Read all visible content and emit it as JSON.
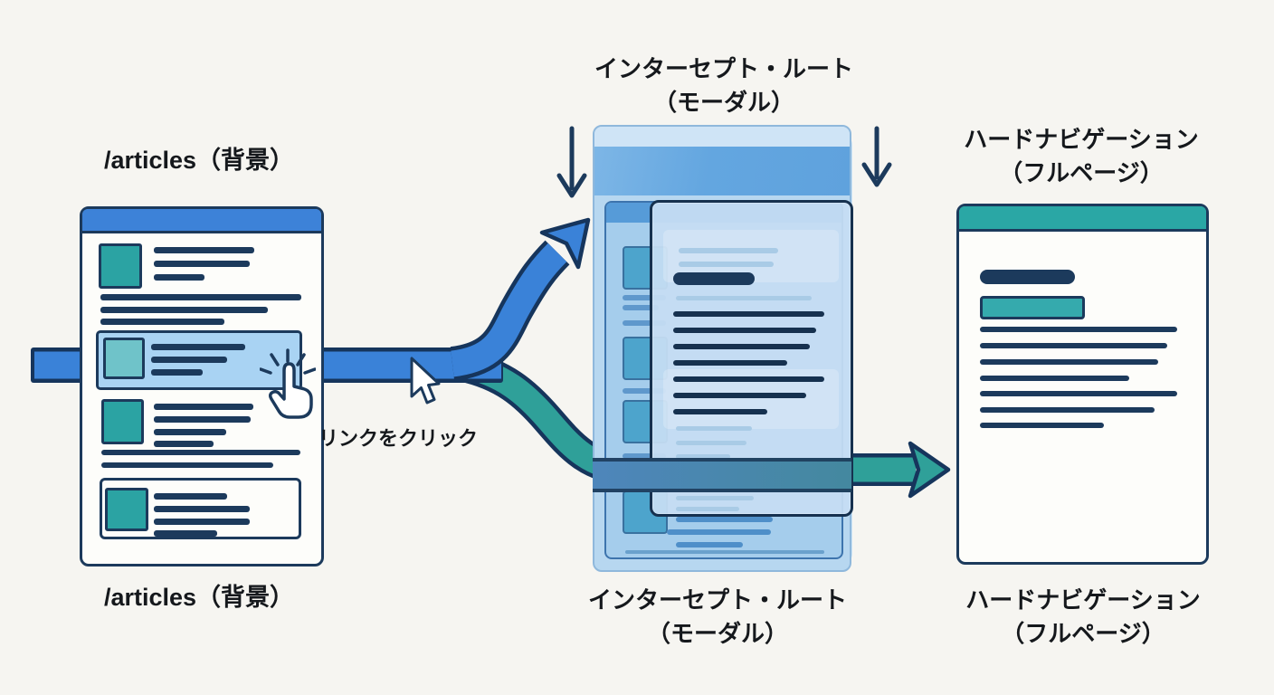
{
  "colors": {
    "navy": "#1c3a5c",
    "blue": "#3a82d8",
    "teal": "#2ba3a3",
    "teal_arrow": "#2fa099",
    "highlight": "#a9d3f3",
    "hdr_blue": "#3d82d8",
    "hdr_teal": "#2aa7a5",
    "background": "#f6f5f1"
  },
  "labels": {
    "left_top": "/articles（背景）",
    "left_bottom": "/articles（背景）",
    "middle_top_line1": "インターセプト・ルート",
    "middle_top_line2": "（モーダル）",
    "middle_bottom_line1": "インターセプト・ルート",
    "middle_bottom_line2": "（モーダル）",
    "right_top_line1": "ハードナビゲーション",
    "right_top_line2": "（フルページ）",
    "right_bottom_line1": "ハードナビゲーション",
    "right_bottom_line2": "（フルページ）",
    "click_label": "リンクをクリック"
  },
  "left_window": {
    "lines": [
      [
        79,
        42,
        111,
        7,
        "#1c3a5c"
      ],
      [
        79,
        57,
        106,
        7,
        "#1c3a5c"
      ],
      [
        79,
        72,
        56,
        7,
        "#1c3a5c"
      ],
      [
        20,
        94,
        222,
        7,
        "#1c3a5c"
      ],
      [
        20,
        108,
        185,
        7,
        "#1c3a5c"
      ],
      [
        20,
        121,
        137,
        7,
        "#1c3a5c"
      ],
      [
        79,
        215,
        110,
        7,
        "#1c3a5c"
      ],
      [
        79,
        229,
        107,
        7,
        "#1c3a5c"
      ],
      [
        79,
        243,
        80,
        7,
        "#1c3a5c"
      ],
      [
        79,
        256,
        66,
        7,
        "#1c3a5c"
      ],
      [
        21,
        266,
        220,
        6,
        "#1c3a5c"
      ],
      [
        21,
        280,
        190,
        6,
        "#1c3a5c"
      ]
    ],
    "hl_row_lines": [
      [
        58,
        12,
        104,
        7,
        "#1c3a5c"
      ],
      [
        58,
        26,
        84,
        7,
        "#1c3a5c"
      ],
      [
        58,
        40,
        57,
        7,
        "#1c3a5c"
      ]
    ],
    "box_lines": [
      [
        57,
        14,
        81,
        7,
        "#1c3a5c"
      ],
      [
        57,
        28,
        106,
        7,
        "#1c3a5c"
      ],
      [
        57,
        42,
        106,
        7,
        "#1c3a5c"
      ],
      [
        57,
        55,
        70,
        7,
        "#1c3a5c"
      ]
    ]
  },
  "right_window": {
    "title_bar": [
      23,
      70,
      105,
      16,
      "#1c3a5c",
      8
    ],
    "lines": [
      [
        23,
        133,
        218,
        6,
        "#1c3a5c"
      ],
      [
        23,
        151,
        207,
        6,
        "#1c3a5c"
      ],
      [
        23,
        169,
        197,
        6,
        "#1c3a5c"
      ],
      [
        23,
        187,
        165,
        6,
        "#1c3a5c"
      ],
      [
        23,
        204,
        218,
        6,
        "#1c3a5c"
      ],
      [
        23,
        222,
        193,
        6,
        "#1c3a5c"
      ],
      [
        23,
        239,
        137,
        6,
        "#1c3a5c"
      ]
    ]
  },
  "middle_panel": {
    "inner_page_lines": [
      [
        18,
        102,
        48,
        6,
        "#5f98cc"
      ],
      [
        18,
        113,
        40,
        6,
        "#5f98cc"
      ],
      [
        18,
        130,
        48,
        6,
        "#5f98cc"
      ],
      [
        18,
        205,
        48,
        6,
        "#5f98cc"
      ],
      [
        18,
        277,
        48,
        6,
        "#5f98cc"
      ],
      [
        77,
        347,
        107,
        6,
        "#4f8fc9"
      ],
      [
        67,
        361,
        115,
        6,
        "#4f8fc9"
      ],
      [
        77,
        375,
        74,
        6,
        "#4f8fc9"
      ],
      [
        21,
        384,
        220,
        4,
        "#6aa1cd"
      ]
    ],
    "modal_lines": [
      [
        29,
        50,
        110,
        6,
        "#a9cbe6"
      ],
      [
        29,
        65,
        105,
        6,
        "#a9cbe6"
      ],
      [
        23,
        77,
        90,
        14,
        "#1c3a5c",
        7
      ],
      [
        26,
        103,
        150,
        5,
        "#a9cbe6"
      ],
      [
        23,
        120,
        167,
        6,
        "#16314f"
      ],
      [
        23,
        138,
        158,
        6,
        "#16314f"
      ],
      [
        23,
        156,
        151,
        6,
        "#16314f"
      ],
      [
        23,
        174,
        126,
        6,
        "#16314f"
      ],
      [
        23,
        192,
        167,
        6,
        "#16314f"
      ],
      [
        23,
        210,
        147,
        6,
        "#16314f"
      ],
      [
        23,
        228,
        104,
        6,
        "#16314f"
      ],
      [
        26,
        247,
        84,
        5,
        "#a9cbe6"
      ],
      [
        26,
        263,
        78,
        5,
        "#a9cbe6"
      ],
      [
        26,
        278,
        60,
        5,
        "#a9cbe6"
      ],
      [
        26,
        324,
        86,
        5,
        "#a9cbe6"
      ],
      [
        26,
        336,
        70,
        5,
        "#a9cbe6"
      ]
    ]
  }
}
